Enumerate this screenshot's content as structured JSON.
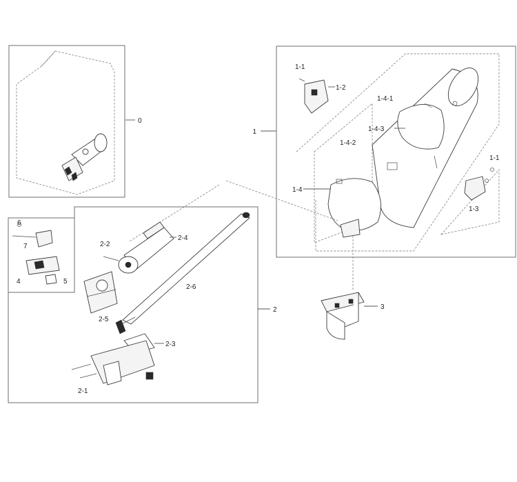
{
  "labels": {
    "l0": "0",
    "l1": "1",
    "l1_1a": "1-1",
    "l1_2": "1-2",
    "l1_4_1": "1-4-1",
    "l1_4_3": "1-4-3",
    "l1_4_2": "1-4-2",
    "l1_1b": "1-1",
    "l1_4": "1-4",
    "l1_3": "1-3",
    "l2": "2",
    "l2_2": "2-2",
    "l2_4": "2-4",
    "l2_6": "2-6",
    "l2_5": "2-5",
    "l2_3": "2-3",
    "l2_1": "2-1",
    "l3": "3",
    "l4": "4",
    "l5": "5",
    "l6": "6",
    "l7": "7"
  },
  "colors": {
    "line": "#6e6e6e",
    "ink": "#222222",
    "background": "#ffffff"
  }
}
